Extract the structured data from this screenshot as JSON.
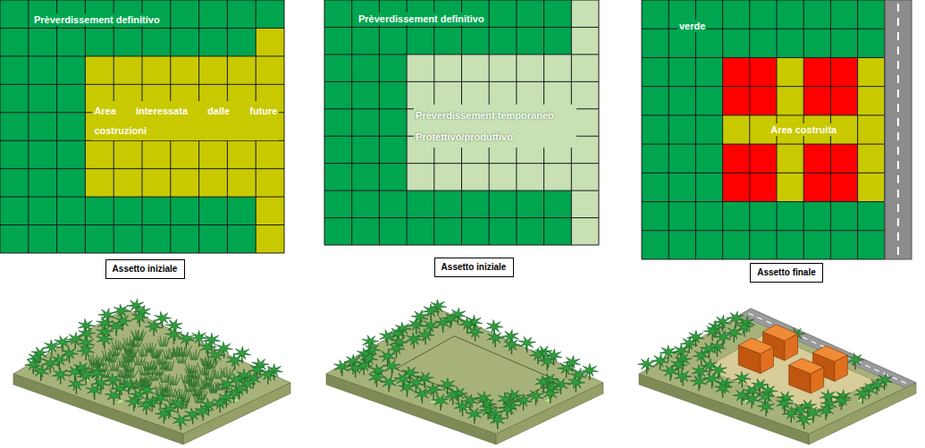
{
  "diagram": {
    "nodes": [
      {
        "text": [
          "Prèverdissement definitivo"
        ]
      },
      {
        "text": [
          "Area interessata dalle future costruzioni"
        ],
        "in": 0
      },
      {
        "text": [
          "Prèverdissement definitivo"
        ]
      },
      {
        "text": [
          "Prèverdissement temporaneo Protettivo/produttivo"
        ],
        "in": 2
      },
      {
        "text": [
          "verde"
        ]
      },
      {
        "text": [
          "Area costruita"
        ],
        "in": 4
      },
      {
        "text": [
          "Assetto iniziale"
        ]
      },
      {
        "text": [
          "Assetto iniziale"
        ]
      },
      {
        "text": [
          "Assetto finale"
        ]
      }
    ]
  }
}
